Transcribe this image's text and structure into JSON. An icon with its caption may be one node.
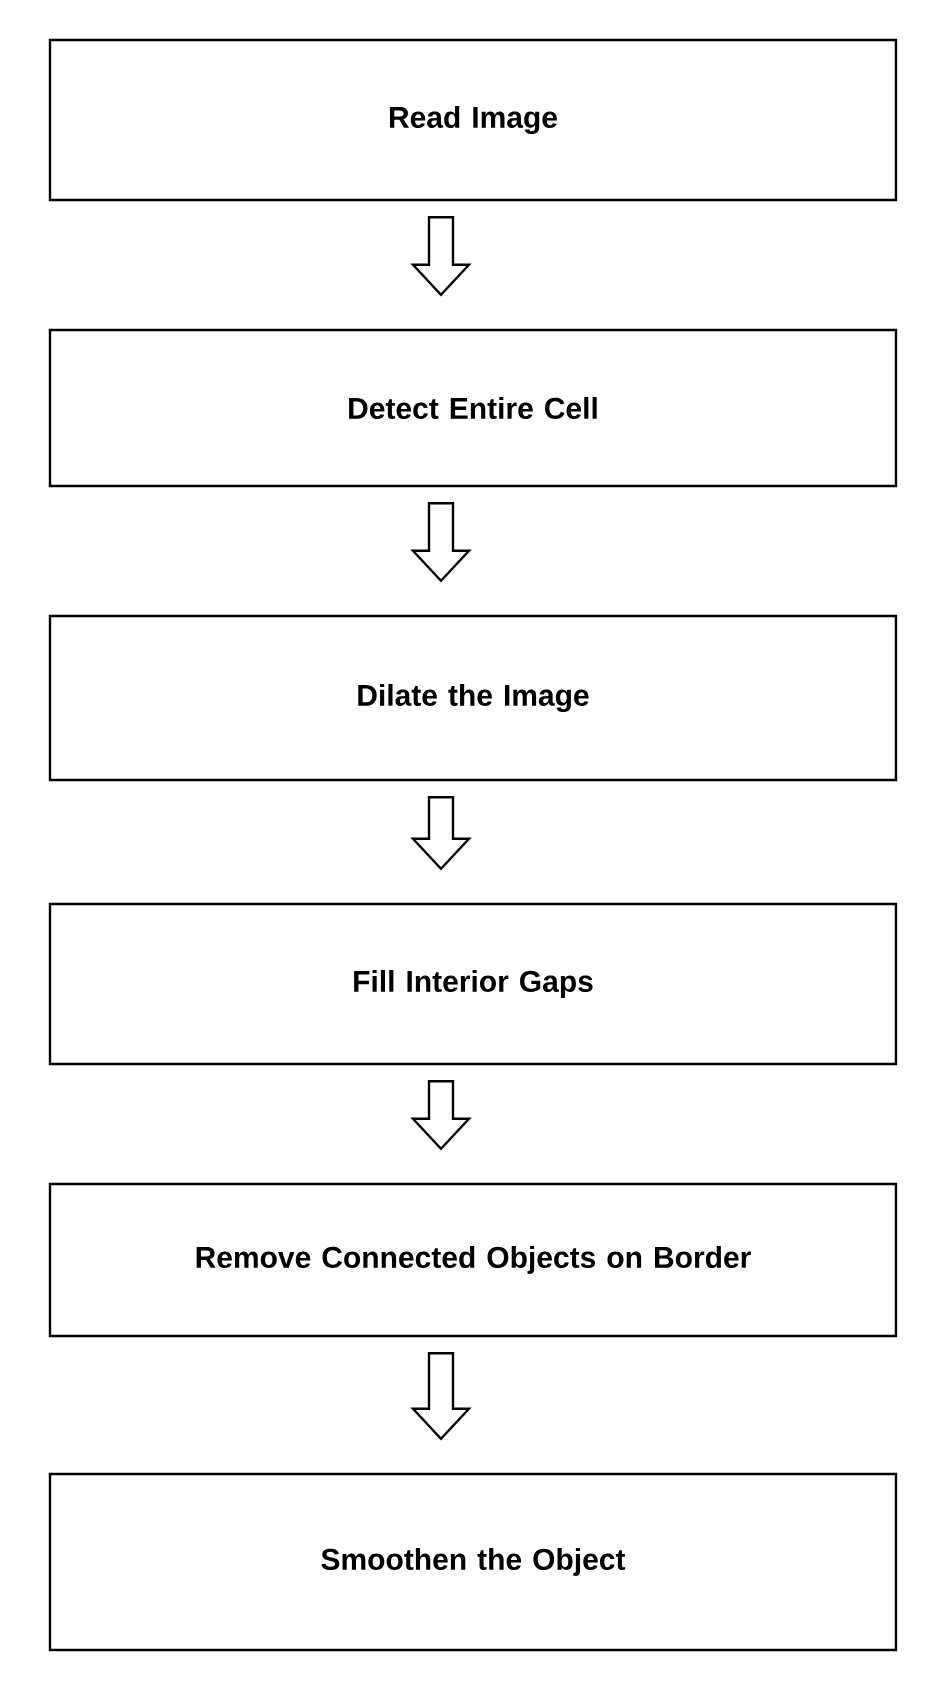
{
  "diagram": {
    "nodes": [
      {
        "text": [
          "Read Image"
        ]
      },
      {
        "text": [
          "Detect Entire Cell"
        ]
      },
      {
        "text": [
          "Dilate the Image"
        ]
      },
      {
        "text": [
          "Fill Interior Gaps"
        ]
      },
      {
        "text": [
          "Remove Connected Objects on Border"
        ]
      },
      {
        "text": [
          "Smoothen the Object"
        ]
      }
    ],
    "edges": [
      {
        "from": 0,
        "to": 1,
        "arrow": "to"
      },
      {
        "from": 1,
        "to": 2,
        "arrow": "to"
      },
      {
        "from": 2,
        "to": 3,
        "arrow": "to"
      },
      {
        "from": 3,
        "to": 4,
        "arrow": "to"
      },
      {
        "from": 4,
        "to": 5,
        "arrow": "to"
      }
    ]
  }
}
